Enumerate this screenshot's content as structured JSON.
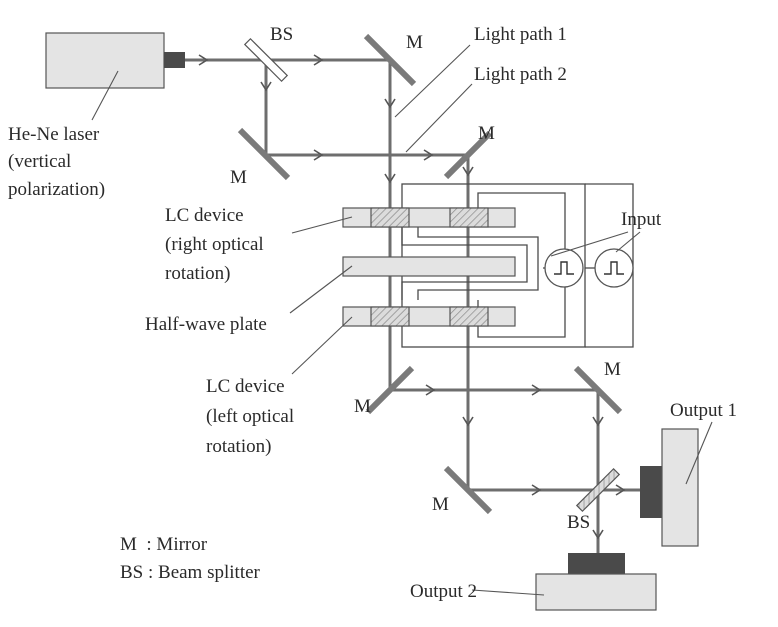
{
  "labels": {
    "laser": [
      "He-Ne laser",
      "(vertical",
      "polarization)"
    ],
    "bs_top": "BS",
    "bs_bottom": "BS",
    "mirror": "M",
    "light_path_1": "Light path 1",
    "light_path_2": "Light path 2",
    "lc_right": [
      "LC device",
      "(right optical",
      "rotation)"
    ],
    "half_wave": "Half-wave plate",
    "lc_left": [
      "LC device",
      "(left optical",
      "rotation)"
    ],
    "input": "Input",
    "output_1": "Output 1",
    "output_2": "Output 2"
  },
  "legend": {
    "mirror": "M  : Mirror",
    "beam_splitter": "BS : Beam splitter"
  },
  "colors": {
    "beam": "#6e6e6e",
    "mirror": "#7a7a7a",
    "device_fill": "#e4e4e4",
    "hatch": "#9a9a9a",
    "detector": "#4a4a4a"
  }
}
